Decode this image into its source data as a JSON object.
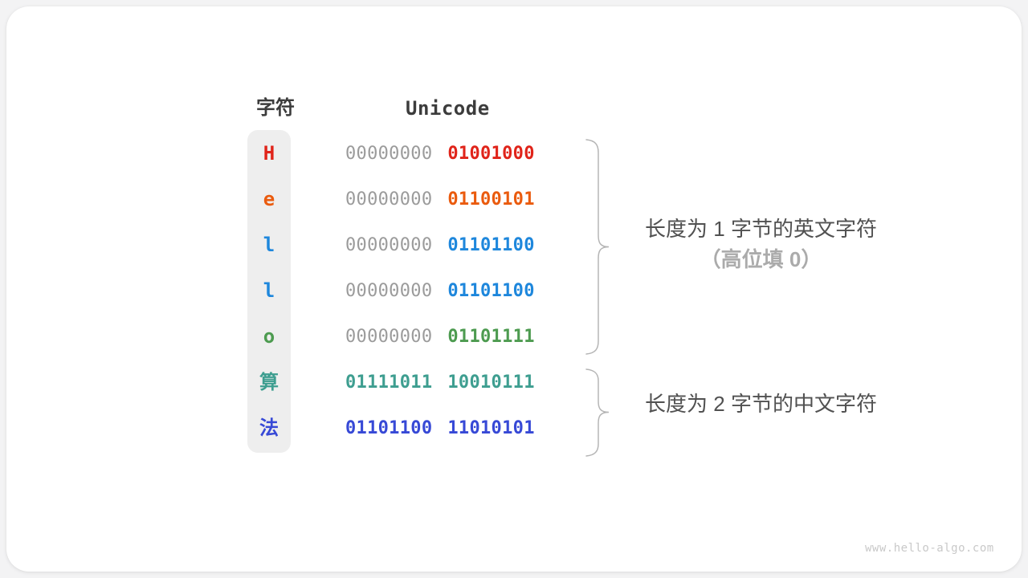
{
  "page": {
    "watermark": "www.hello-algo.com",
    "background_color": "#f3f3f4",
    "card_color": "#ffffff",
    "brace_color": "#b5b5b5"
  },
  "table": {
    "headers": {
      "char": "字符",
      "unicode": "Unicode"
    },
    "rows": [
      {
        "char": "H",
        "char_color": "#e0241a",
        "byte1": "00000000",
        "byte1_color": "#9b9b9b",
        "byte2": "01001000",
        "byte2_color": "#e0241a"
      },
      {
        "char": "e",
        "char_color": "#ea5b0e",
        "byte1": "00000000",
        "byte1_color": "#9b9b9b",
        "byte2": "01100101",
        "byte2_color": "#ea5b0e"
      },
      {
        "char": "l",
        "char_color": "#1e87dc",
        "byte1": "00000000",
        "byte1_color": "#9b9b9b",
        "byte2": "01101100",
        "byte2_color": "#1e87dc"
      },
      {
        "char": "l",
        "char_color": "#1e87dc",
        "byte1": "00000000",
        "byte1_color": "#9b9b9b",
        "byte2": "01101100",
        "byte2_color": "#1e87dc"
      },
      {
        "char": "o",
        "char_color": "#4d9b50",
        "byte1": "00000000",
        "byte1_color": "#9b9b9b",
        "byte2": "01101111",
        "byte2_color": "#4d9b50"
      },
      {
        "char": "算",
        "char_color": "#3e9e90",
        "byte1": "01111011",
        "byte1_color": "#3e9e90",
        "byte2": "10010111",
        "byte2_color": "#3e9e90"
      },
      {
        "char": "法",
        "char_color": "#3749d6",
        "byte1": "01101100",
        "byte1_color": "#3749d6",
        "byte2": "11010101",
        "byte2_color": "#3749d6"
      }
    ]
  },
  "annotations": {
    "english": {
      "line1": "长度为 1 字节的英文字符",
      "line2": "（高位填 0）"
    },
    "chinese": {
      "line1": "长度为 2 字节的中文字符"
    }
  }
}
